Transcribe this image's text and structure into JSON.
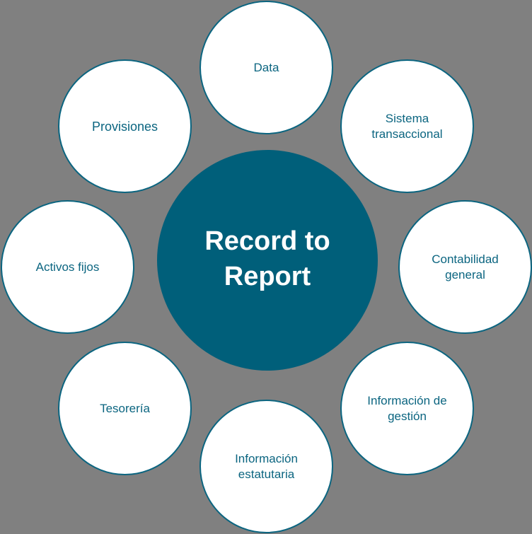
{
  "diagram": {
    "type": "hub-and-spoke",
    "colors": {
      "background": "#808080",
      "hub_fill": "#005F7A",
      "hub_text": "#FFFFFF",
      "node_fill": "#FFFFFF",
      "node_border": "#0B6580",
      "node_text": "#0B6580"
    },
    "hub": {
      "label": "Record to Report"
    },
    "nodes": [
      {
        "label": "Data",
        "position": "top"
      },
      {
        "label": "Sistema transaccional",
        "position": "top-right"
      },
      {
        "label": "Contabilidad general",
        "position": "right"
      },
      {
        "label": "Información de gestión",
        "position": "bottom-right"
      },
      {
        "label": "Información estatutaria",
        "position": "bottom"
      },
      {
        "label": "Tesorería",
        "position": "bottom-left"
      },
      {
        "label": "Activos fijos",
        "position": "left"
      },
      {
        "label": "Provisiones",
        "position": "top-left"
      }
    ]
  }
}
